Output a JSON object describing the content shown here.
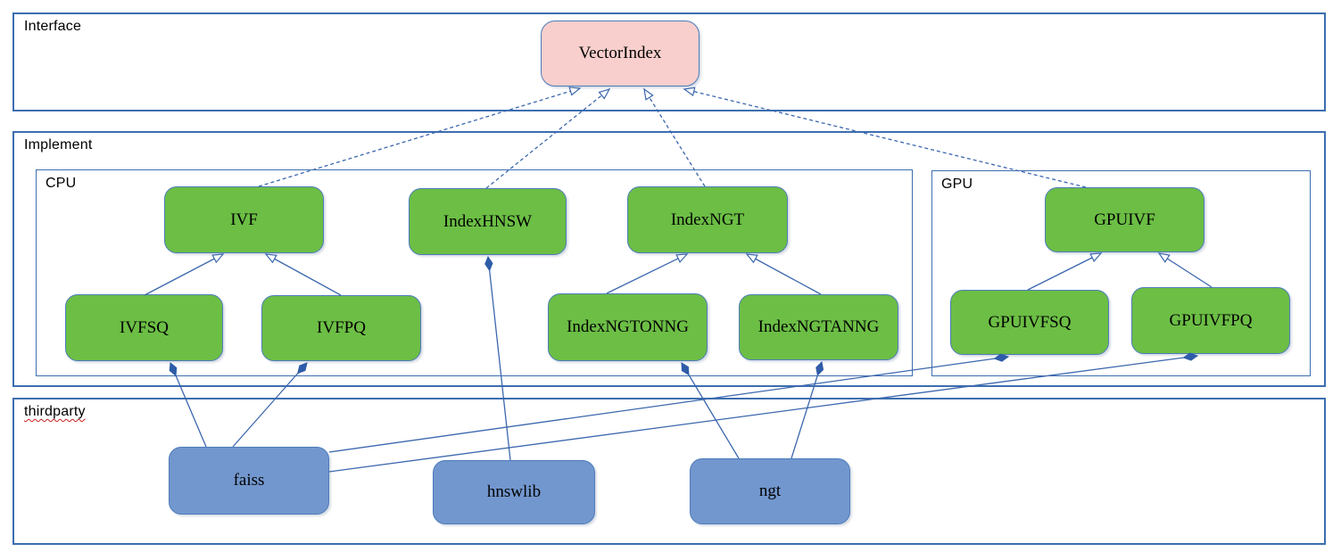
{
  "diagram": {
    "sections": [
      {
        "label": "Interface"
      },
      {
        "label": "Implement"
      },
      {
        "label": "thirdparty"
      }
    ],
    "groups": [
      {
        "label": "CPU"
      },
      {
        "label": "GPU"
      }
    ],
    "nodes": [
      {
        "id": "VectorIndex",
        "label": "VectorIndex",
        "kind": "interface"
      },
      {
        "id": "IVF",
        "label": "IVF",
        "kind": "cpu-class"
      },
      {
        "id": "IndexHNSW",
        "label": "IndexHNSW",
        "kind": "cpu-class"
      },
      {
        "id": "IndexNGT",
        "label": "IndexNGT",
        "kind": "cpu-class"
      },
      {
        "id": "IVFSQ",
        "label": "IVFSQ",
        "kind": "cpu-class"
      },
      {
        "id": "IVFPQ",
        "label": "IVFPQ",
        "kind": "cpu-class"
      },
      {
        "id": "IndexNGTONNG",
        "label": "IndexNGTONNG",
        "kind": "cpu-class"
      },
      {
        "id": "IndexNGTANNG",
        "label": "IndexNGTANNG",
        "kind": "cpu-class"
      },
      {
        "id": "GPUIVF",
        "label": "GPUIVF",
        "kind": "gpu-class"
      },
      {
        "id": "GPUIVFSQ",
        "label": "GPUIVFSQ",
        "kind": "gpu-class"
      },
      {
        "id": "GPUIVFPQ",
        "label": "GPUIVFPQ",
        "kind": "gpu-class"
      },
      {
        "id": "faiss",
        "label": "faiss",
        "kind": "thirdparty-lib"
      },
      {
        "id": "hnswlib",
        "label": "hnswlib",
        "kind": "thirdparty-lib"
      },
      {
        "id": "ngt",
        "label": "ngt",
        "kind": "thirdparty-lib"
      }
    ],
    "edges": [
      {
        "from": "IVF",
        "to": "VectorIndex",
        "type": "realization-dashed-hollow-arrow"
      },
      {
        "from": "IndexHNSW",
        "to": "VectorIndex",
        "type": "realization-dashed-hollow-arrow"
      },
      {
        "from": "IndexNGT",
        "to": "VectorIndex",
        "type": "realization-dashed-hollow-arrow"
      },
      {
        "from": "GPUIVF",
        "to": "VectorIndex",
        "type": "realization-dashed-hollow-arrow"
      },
      {
        "from": "IVFSQ",
        "to": "IVF",
        "type": "inheritance-hollow-arrow"
      },
      {
        "from": "IVFPQ",
        "to": "IVF",
        "type": "inheritance-hollow-arrow"
      },
      {
        "from": "IndexNGTONNG",
        "to": "IndexNGT",
        "type": "inheritance-hollow-arrow"
      },
      {
        "from": "IndexNGTANNG",
        "to": "IndexNGT",
        "type": "inheritance-hollow-arrow"
      },
      {
        "from": "GPUIVFSQ",
        "to": "GPUIVF",
        "type": "inheritance-hollow-arrow"
      },
      {
        "from": "GPUIVFPQ",
        "to": "GPUIVF",
        "type": "inheritance-hollow-arrow"
      },
      {
        "from": "faiss",
        "to": "IVFSQ",
        "type": "composition-filled-diamond"
      },
      {
        "from": "faiss",
        "to": "IVFPQ",
        "type": "composition-filled-diamond"
      },
      {
        "from": "faiss",
        "to": "GPUIVFSQ",
        "type": "composition-filled-diamond"
      },
      {
        "from": "faiss",
        "to": "GPUIVFPQ",
        "type": "composition-filled-diamond"
      },
      {
        "from": "hnswlib",
        "to": "IndexHNSW",
        "type": "composition-filled-diamond"
      },
      {
        "from": "ngt",
        "to": "IndexNGTONNG",
        "type": "composition-filled-diamond"
      },
      {
        "from": "ngt",
        "to": "IndexNGTANNG",
        "type": "composition-filled-diamond"
      }
    ],
    "colors": {
      "interface_fill": "#f8cfcc",
      "class_fill": "#6cbe45",
      "thirdparty_fill": "#7297ce",
      "edge_stroke": "#3b67ad",
      "section_border": "#3c6eb0",
      "node_border": "#4d7cba",
      "spellcheck_underline": "#cc2020"
    }
  }
}
